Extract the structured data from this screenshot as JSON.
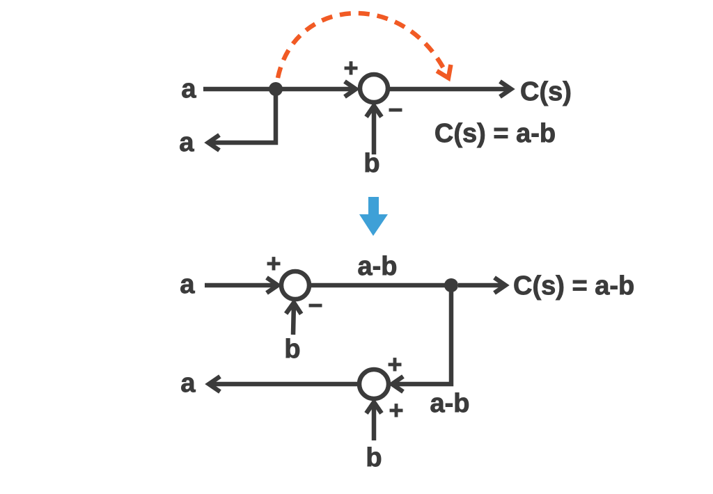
{
  "colors": {
    "line": "#3b3b3b",
    "highlight": "#f15a24",
    "transform_arrow": "#3ea0d7",
    "background": "#ffffff"
  },
  "top": {
    "input_label": "a",
    "branch_output_label": "a",
    "sum_plus": "+",
    "sum_minus": "−",
    "b_input_label": "b",
    "output_label": "C(s)",
    "equation": "C(s) = a-b"
  },
  "bottom": {
    "input_label": "a",
    "sum1_plus": "+",
    "sum1_minus": "−",
    "b1_input_label": "b",
    "signal_label": "a-b",
    "output_equation": "C(s) = a-b",
    "feedback_signal_label": "a-b",
    "sum2_plus_right": "+",
    "sum2_plus_bottom": "+",
    "b2_input_label": "b",
    "restored_output_label": "a"
  }
}
